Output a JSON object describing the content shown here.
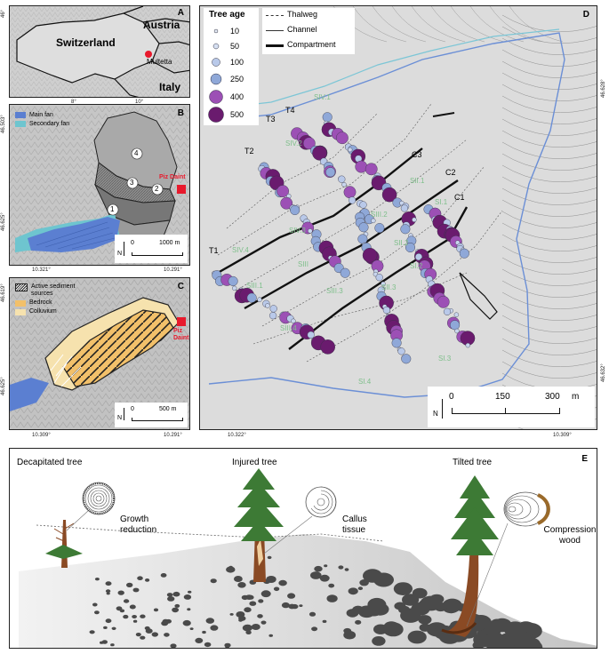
{
  "panelA": {
    "label": "A",
    "country_switzerland": "Switzerland",
    "country_austria": "Austria",
    "country_italy": "Italy",
    "site": "Multetta",
    "lon_ticks": [
      "8°",
      "10°"
    ],
    "lat_tick": "46°"
  },
  "panelB": {
    "label": "B",
    "legend": [
      "Main fan",
      "Secondary fan"
    ],
    "zone_numbers": [
      "1",
      "2",
      "3",
      "4"
    ],
    "peak": "Piz Daint",
    "scale": "1000 m",
    "scale_zero": "0",
    "north": "N",
    "x_tick_left": "10.321°",
    "x_tick_right": "10.291°",
    "y_tick_top": "46.503°",
    "y_tick_bottom": "46.625°"
  },
  "panelC": {
    "label": "C",
    "legend": [
      "Active sediment sources",
      "Bedrock",
      "Colluvium"
    ],
    "peak": "Piz Daint",
    "scale": "500 m",
    "scale_zero": "0",
    "north": "N",
    "x_tick_left": "10.309°",
    "x_tick_right": "10.291°",
    "y_tick_top": "46.619°",
    "y_tick_bottom": "46.625°"
  },
  "panelD": {
    "label": "D",
    "legend_title": "Tree age",
    "age_classes": [
      "10",
      "50",
      "100",
      "250",
      "400",
      "500"
    ],
    "line_legend": [
      "Thalweg",
      "Channel",
      "Compartment"
    ],
    "transects": [
      "T1",
      "T2",
      "T3",
      "T4"
    ],
    "channels": [
      "C1",
      "C2",
      "C3"
    ],
    "compartments": [
      "SIV.1",
      "SIV.2",
      "SIV.3",
      "SIV.4",
      "SIII.1",
      "SIII.2",
      "SIII.3",
      "SIII.4",
      "SIII",
      "SII.1",
      "SII.2",
      "SII.3",
      "SI.1",
      "SI.2",
      "SI.3",
      "SI.4"
    ],
    "scale_ticks": [
      "0",
      "150",
      "300"
    ],
    "scale_unit": "m",
    "north": "N",
    "x_tick_left": "10.322°",
    "x_tick_right": "10.309°",
    "y_tick_top": "46.628°",
    "y_tick_bottom": "46.632°"
  },
  "panelE": {
    "label": "E",
    "titles": [
      "Decapitated tree",
      "Injured tree",
      "Tilted tree"
    ],
    "features": [
      "Growth reduction",
      "Callus tissue",
      "Compression wood"
    ]
  },
  "colors": {
    "main_fan": "#5b7fd1",
    "secondary_fan": "#6ec5cf",
    "bedrock": "#f2c06a",
    "colluvium": "#f6e2ae",
    "peak": "#e8192c",
    "age_light": "#c9d6ee",
    "age_mid": "#8fa8d8",
    "age_purple": "#9c50b5",
    "age_dark": "#6a1b6e",
    "contour_blue": "#6b8fd6",
    "contour_cyan": "#7cc6d6",
    "compartment_green": "#7fbf8b"
  }
}
